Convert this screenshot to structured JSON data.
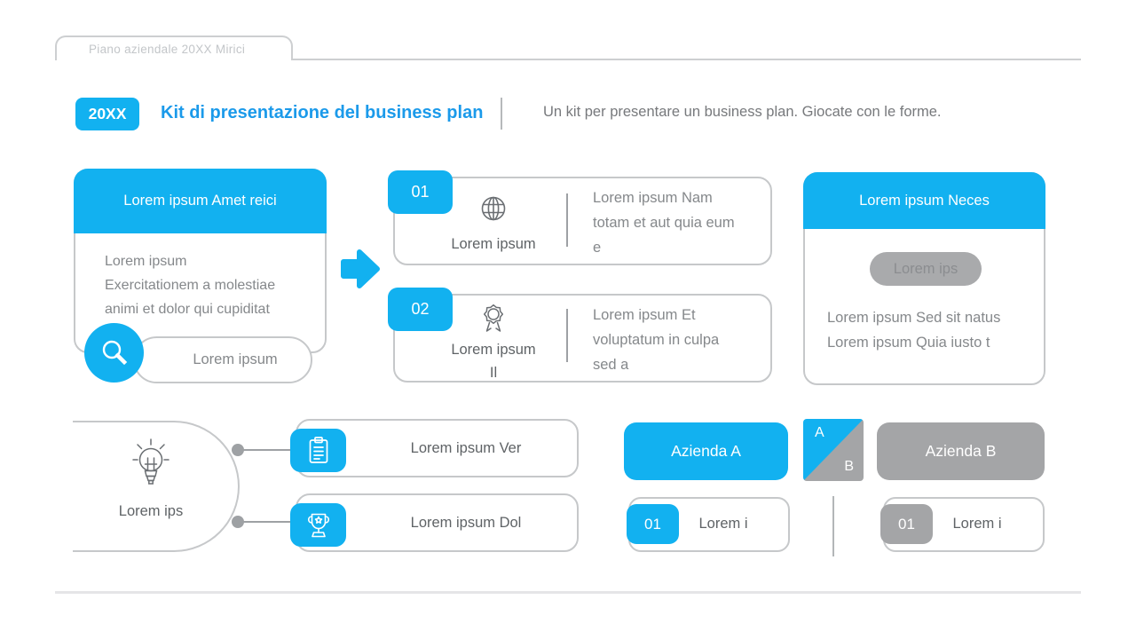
{
  "tab": {
    "label": "Piano aziendale 20XX Mirici"
  },
  "header": {
    "year_badge": "20XX",
    "title": "Kit di presentazione del business plan",
    "subtitle": "Un kit per presentare un business plan. Giocate con le forme."
  },
  "left_card": {
    "header": "Lorem ipsum Amet reici",
    "body_lines": [
      "Lorem ipsum",
      "Exercitationem a molestiae",
      "animi et dolor qui cupiditat"
    ],
    "search_pill": "Lorem ipsum",
    "icon": "search-icon"
  },
  "steps": [
    {
      "number": "01",
      "icon": "globe-icon",
      "label_lines": [
        "Lorem ipsum"
      ],
      "text_lines": [
        "Lorem ipsum Nam",
        "totam et aut quia eum",
        "e"
      ]
    },
    {
      "number": "02",
      "icon": "award-icon",
      "label_lines": [
        "Lorem ipsum",
        "Il"
      ],
      "text_lines": [
        "Lorem ipsum Et",
        "voluptatum in culpa",
        "sed a"
      ]
    }
  ],
  "right_card": {
    "header": "Lorem ipsum Neces",
    "pill": "Lorem ips",
    "body_lines": [
      "Lorem ipsum Sed sit natus",
      "Lorem ipsum Quia iusto t"
    ]
  },
  "idea": {
    "label": "Lorem ips",
    "icon": "lightbulb-icon",
    "items": [
      {
        "icon": "clipboard-icon",
        "label": "Lorem ipsum Ver"
      },
      {
        "icon": "trophy-icon",
        "label": "Lorem ipsum Dol"
      }
    ]
  },
  "compare": {
    "company_a": "Azienda A",
    "company_b": "Azienda B",
    "split_a": "A",
    "split_b": "B",
    "item_a": {
      "number": "01",
      "label": "Lorem i"
    },
    "item_b": {
      "number": "01",
      "label": "Lorem i"
    }
  },
  "colors": {
    "blue": "#12B1F0",
    "title_blue": "#1B9AEA",
    "gray": "#A4A5A7",
    "border_gray": "#C6C8CA",
    "body_text": "#85888B",
    "label_text": "#5F6366"
  }
}
